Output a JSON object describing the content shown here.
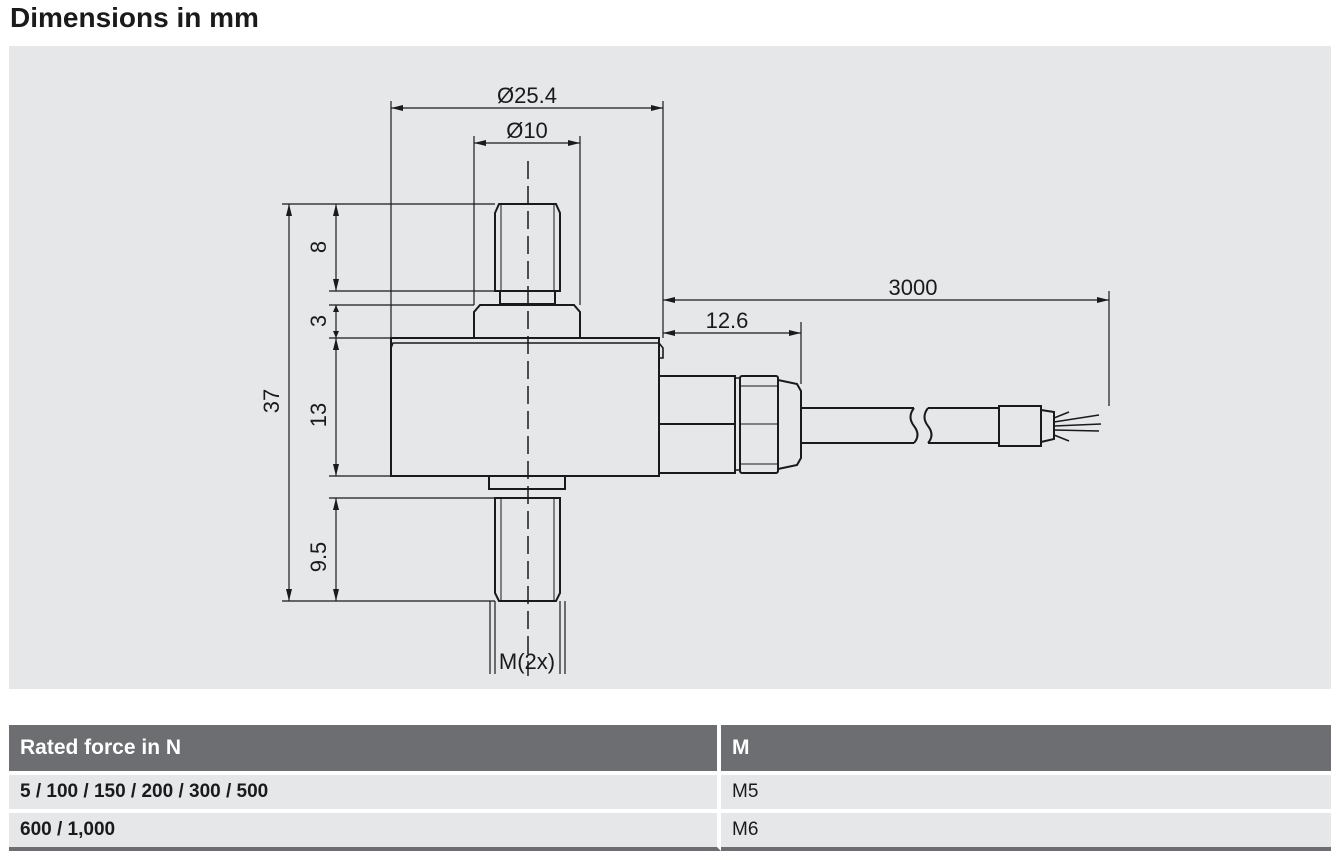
{
  "title": "Dimensions in mm",
  "drawing": {
    "dims": {
      "outer_diameter": "Ø25.4",
      "inner_diameter": "Ø10",
      "height_8": "8",
      "height_3": "3",
      "height_13": "13",
      "height_9_5": "9.5",
      "total_37": "37",
      "cable_length": "3000",
      "gland_length": "12.6",
      "thread": "M(2x)"
    }
  },
  "table": {
    "headers": [
      "Rated force in N",
      "M"
    ],
    "rows": [
      [
        "5 / 100 / 150 / 200 / 300 / 500",
        "M5"
      ],
      [
        "600 / 1,000",
        "M6"
      ]
    ]
  }
}
